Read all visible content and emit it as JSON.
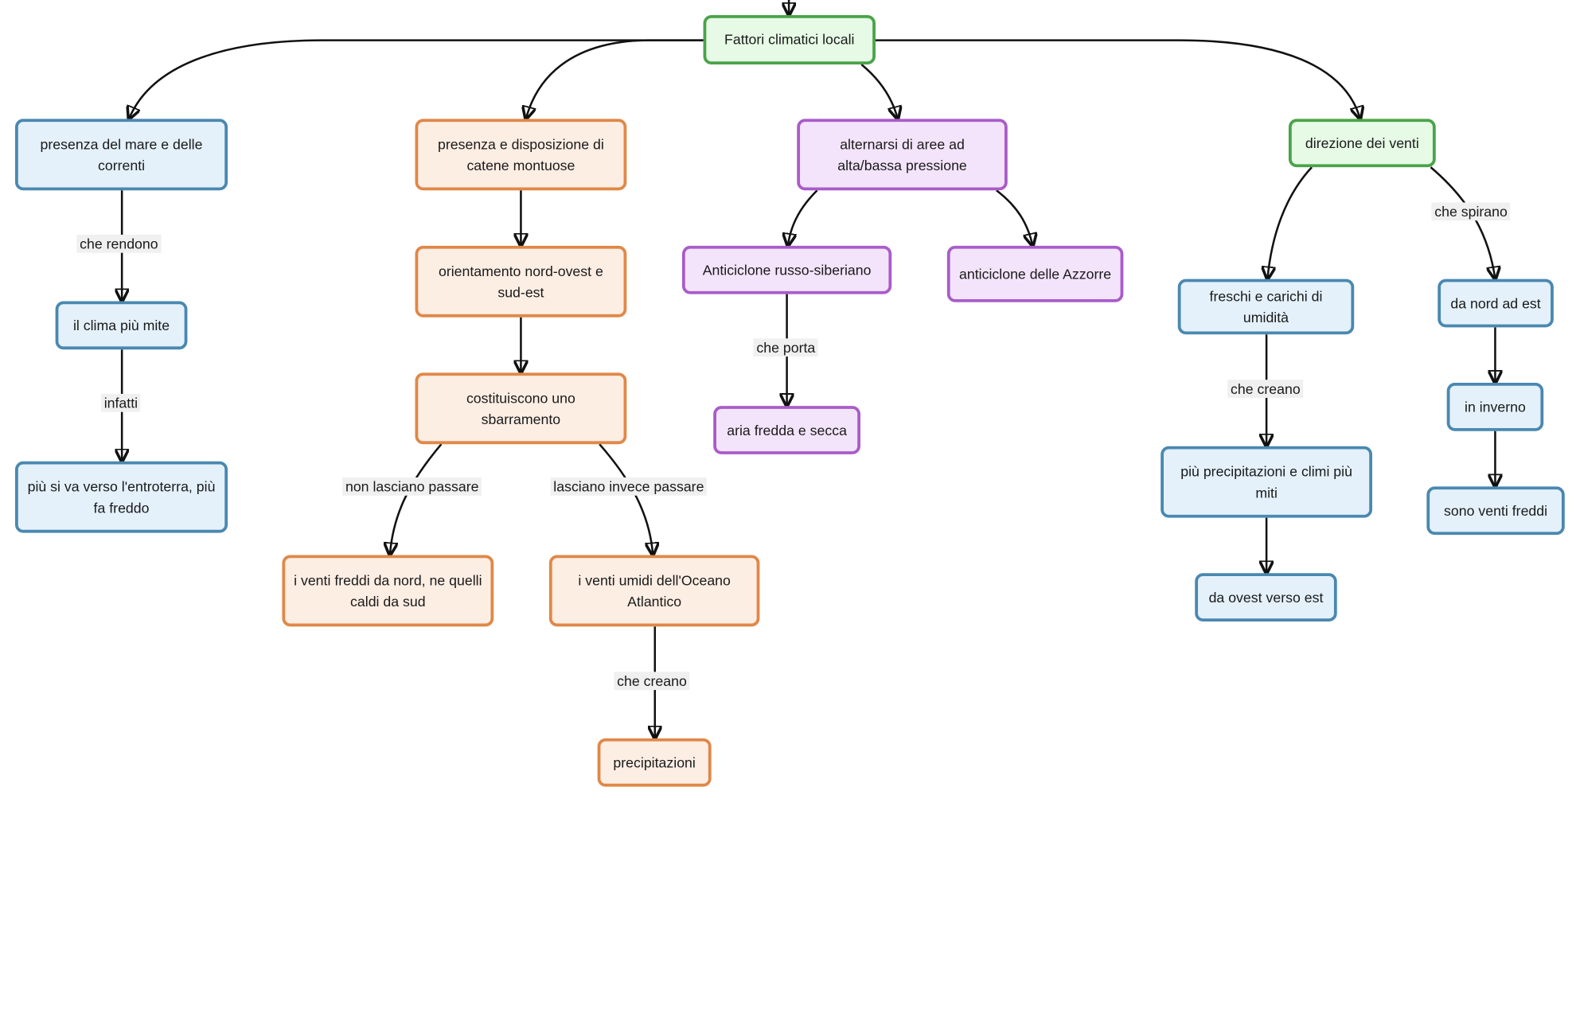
{
  "nodes": {
    "root": "Fattori climatici locali",
    "mare": "presenza del mare e delle correnti",
    "clima_mite": "il clima più mite",
    "entroterra": "più si va verso l'entroterra, più fa freddo",
    "catene": "presenza e disposizione di catene montuose",
    "orientamento": "orientamento nord-ovest e sud-est",
    "sbarramento": "costituiscono uno sbarramento",
    "venti_freddi": "i venti freddi da nord, ne quelli caldi da sud",
    "venti_umidi": "i venti umidi dell'Oceano Atlantico",
    "precipitazioni": "precipitazioni",
    "pressione": "alternarsi di aree ad alta/bassa pressione",
    "russo": "Anticiclone russo-siberiano",
    "azzorre": "anticiclone delle Azzorre",
    "aria": "aria fredda e secca",
    "direzione": "direzione dei venti",
    "freschi": "freschi e carichi di umidità",
    "piu_prec": "più precipitazioni e climi più miti",
    "ovest_est": "da ovest verso est",
    "nord_est": "da nord ad est",
    "inverno": "in inverno",
    "venti_freddi2": "sono venti freddi"
  },
  "edge_labels": {
    "che_rendono": "che rendono",
    "infatti": "infatti",
    "non_lasciano": "non lasciano passare",
    "lasciano_invece": "lasciano invece passare",
    "che_creano_1": "che creano",
    "che_porta": "che porta",
    "che_creano_2": "che creano",
    "che_spirano": "che spirano"
  },
  "colors": {
    "green": "#4aa34a",
    "blue": "#4a88b0",
    "orange": "#e08848",
    "purple": "#a95cc9",
    "edge": "#111111"
  }
}
